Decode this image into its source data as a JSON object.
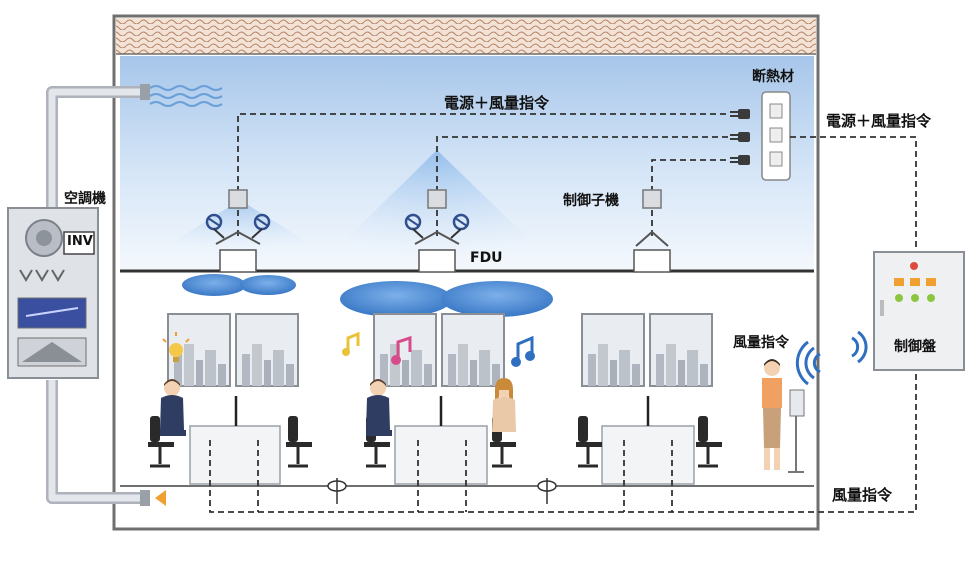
{
  "labels": {
    "power_airflow_inner": "電源＋風量指令",
    "power_airflow_outer": "電源＋風量指令",
    "insulation": "断熱材",
    "control_slave": "制御子機",
    "air_conditioner": "空調機",
    "inverter": "INV",
    "fdu": "FDU",
    "airflow_command_user": "風量指令",
    "control_panel": "制御盤",
    "airflow_command_floor": "風量指令"
  },
  "colors": {
    "frame": "#6f6f6f",
    "duct": "#c9ccd2",
    "ceiling_gradient_top": "#a9c8ea",
    "air_blue": "#2f6fc0",
    "wire": "#333333",
    "panel_lamp_red": "#e04a3c",
    "panel_lamp_orange": "#f0a030",
    "panel_lamp_green": "#8cc63f"
  },
  "icons": [
    "air-conditioner-unit-icon",
    "fdu-fan-unit-icon",
    "control-slave-box-icon",
    "power-plug-icon",
    "outlet-strip-icon",
    "control-panel-icon",
    "wireless-signal-icon",
    "office-worker-icon",
    "music-note-icon",
    "lightbulb-idea-icon",
    "window-cityscape-icon",
    "floor-diffuser-icon"
  ]
}
